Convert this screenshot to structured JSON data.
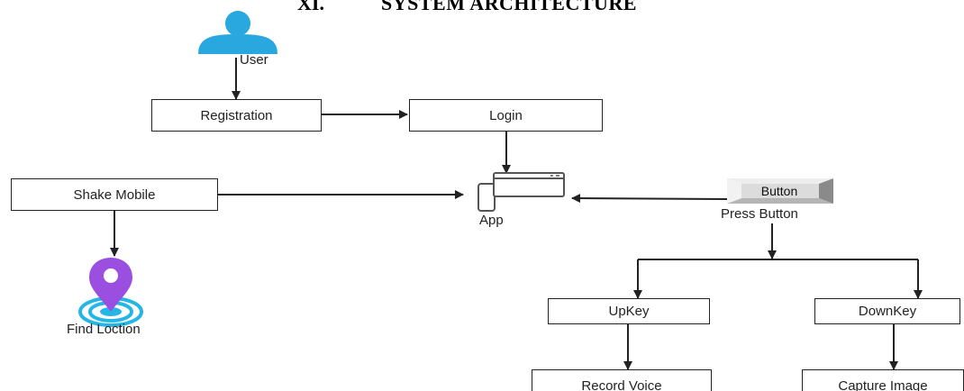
{
  "heading": {
    "number": "XI.",
    "title": "SYSTEM ARCHITECTURE"
  },
  "nodes": {
    "user": "User",
    "registration": "Registration",
    "login": "Login",
    "app": "App",
    "shake_mobile": "Shake Mobile",
    "find_location": "Find Loction",
    "button": "Button",
    "press_button": "Press Button",
    "upkey": "UpKey",
    "downkey": "DownKey",
    "record_voice": "Record Voice",
    "capture_image": "Capture Image"
  },
  "colors": {
    "user_icon": "#29a8e0",
    "location_pin": "#9b4fe0",
    "location_rings": "#25b6e6",
    "button_face": "#dcdcdc",
    "line": "#222222"
  },
  "icons": [
    "user-icon",
    "mobile-app-icon",
    "location-pin-icon",
    "button-3d-icon"
  ]
}
